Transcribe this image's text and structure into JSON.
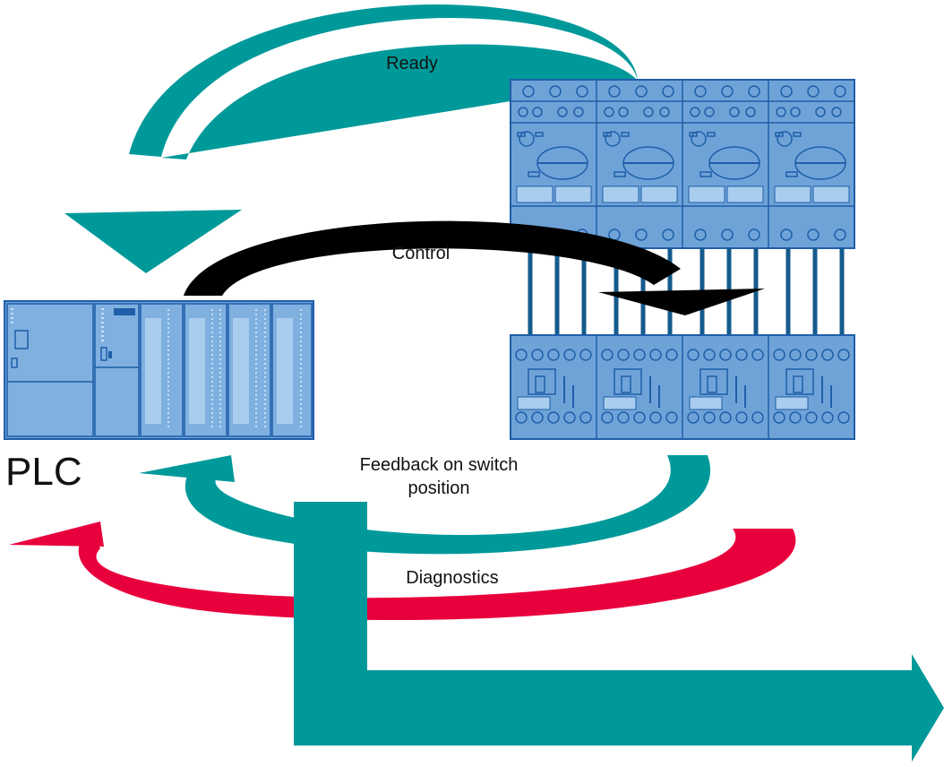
{
  "labels": {
    "ready": "Ready",
    "control": "Control",
    "feedback": "Feedback on switch\nposition",
    "diagnostics": "Diagnostics",
    "plc": "PLC"
  },
  "colors": {
    "teal": "#00999a",
    "black": "#000000",
    "red": "#e8003c",
    "device_blue": "#6fa3d8",
    "device_light": "#a9cdee",
    "device_dark": "#1f5ea8",
    "line": "#145a8c"
  }
}
